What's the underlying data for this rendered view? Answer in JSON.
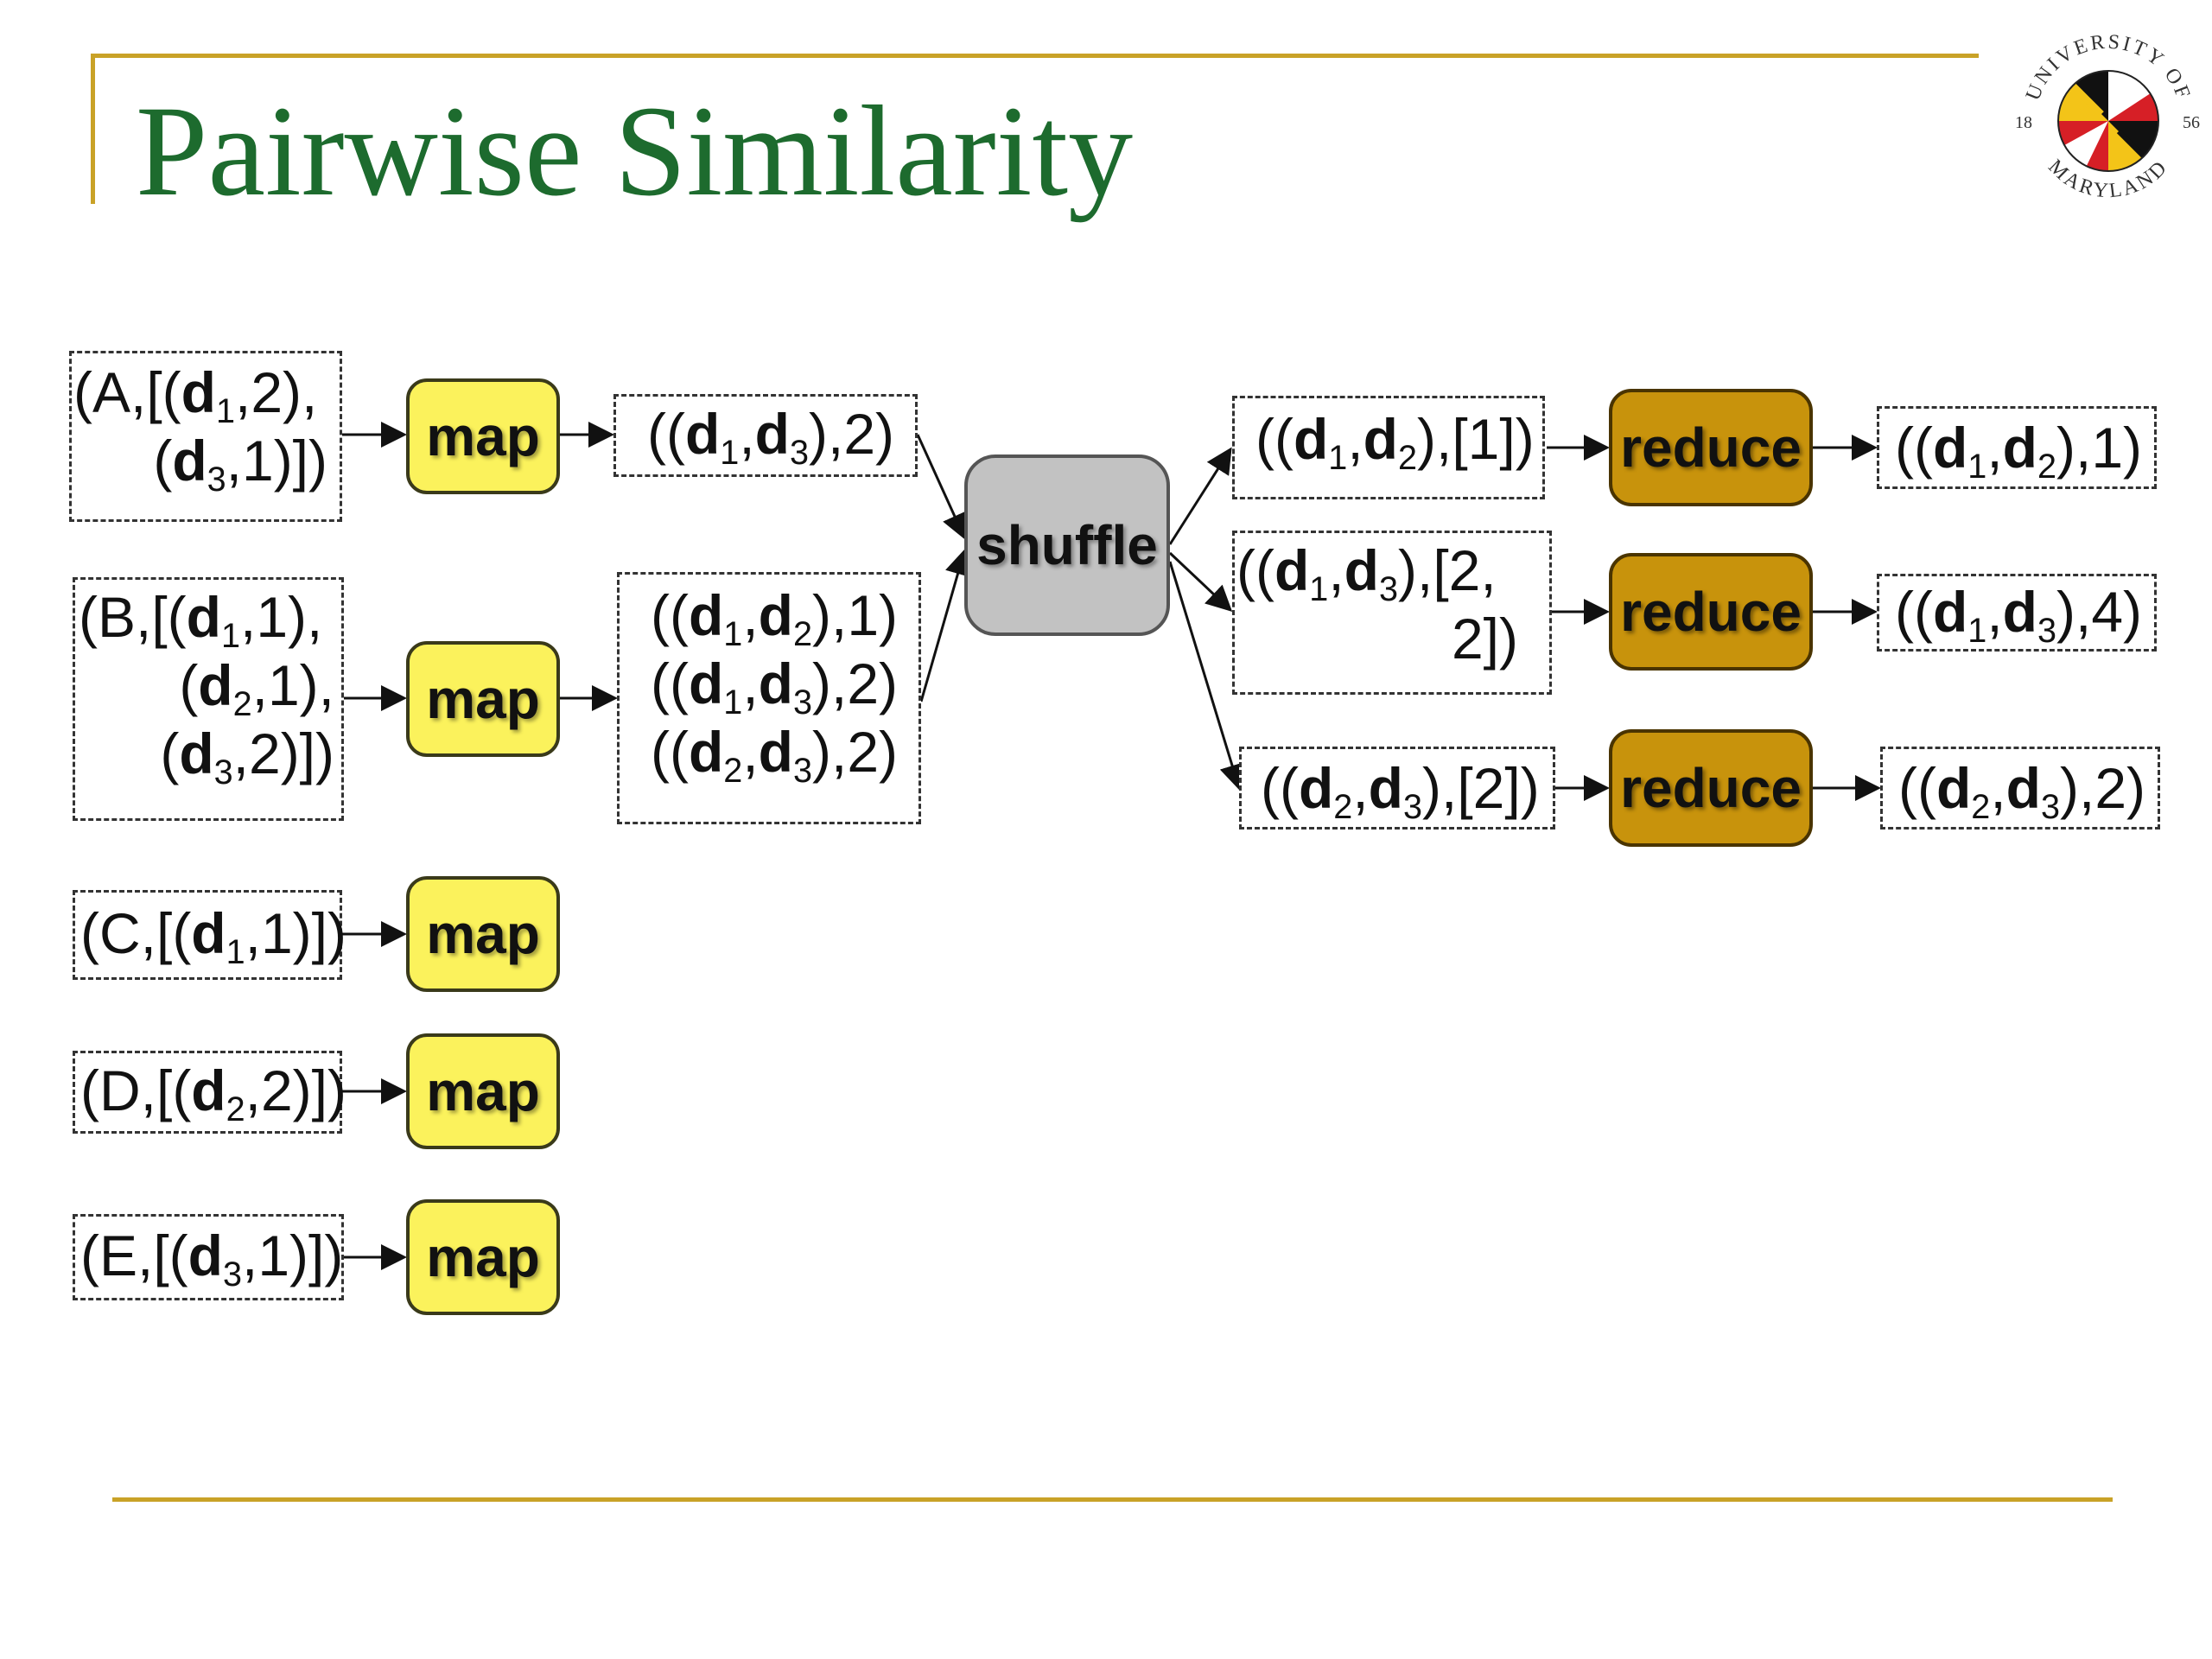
{
  "slide": {
    "title": "Pairwise Similarity"
  },
  "logo": {
    "icon": "university-seal-icon",
    "text_top": "UNIVERSITY OF",
    "text_bottom": "MARYLAND",
    "year_left": "18",
    "year_right": "56"
  },
  "colors": {
    "title": "#1d6b2e",
    "rule": "#c9a227",
    "map": "#fbf25c",
    "shuffle": "#c2c2c2",
    "reduce": "#c8930c"
  },
  "nodes": {
    "map_label": "map",
    "shuffle_label": "shuffle",
    "reduce_label": "reduce"
  },
  "inputs": [
    {
      "key": "A",
      "lines": [
        [
          [
            "(A,[(",
            ""
          ],
          [
            "d",
            "b"
          ],
          [
            "1",
            "s"
          ],
          [
            ",2),",
            ""
          ]
        ],
        [
          [
            "(",
            ""
          ],
          [
            "d",
            "b"
          ],
          [
            "3",
            "s"
          ],
          [
            ",1)])",
            ""
          ]
        ]
      ]
    },
    {
      "key": "B",
      "lines": [
        [
          [
            "(B,[(",
            ""
          ],
          [
            "d",
            "b"
          ],
          [
            "1",
            "s"
          ],
          [
            ",1),",
            ""
          ]
        ],
        [
          [
            "(",
            ""
          ],
          [
            "d",
            "b"
          ],
          [
            "2",
            "s"
          ],
          [
            ",1),",
            ""
          ]
        ],
        [
          [
            "(",
            ""
          ],
          [
            "d",
            "b"
          ],
          [
            "3",
            "s"
          ],
          [
            ",2)])",
            ""
          ]
        ]
      ]
    },
    {
      "key": "C",
      "lines": [
        [
          [
            "(C,[(",
            ""
          ],
          [
            "d",
            "b"
          ],
          [
            "1",
            "s"
          ],
          [
            ",1)])",
            ""
          ]
        ]
      ]
    },
    {
      "key": "D",
      "lines": [
        [
          [
            "(D,[(",
            ""
          ],
          [
            "d",
            "b"
          ],
          [
            "2",
            "s"
          ],
          [
            ",2)])",
            ""
          ]
        ]
      ]
    },
    {
      "key": "E",
      "lines": [
        [
          [
            "(E,[(",
            ""
          ],
          [
            "d",
            "b"
          ],
          [
            "3",
            "s"
          ],
          [
            ",1)])",
            ""
          ]
        ]
      ]
    }
  ],
  "map_outputs": [
    {
      "lines": [
        [
          [
            "((",
            ""
          ],
          [
            "d",
            "b"
          ],
          [
            "1",
            "s"
          ],
          [
            ",",
            ""
          ],
          [
            "d",
            "b"
          ],
          [
            "3",
            "s"
          ],
          [
            "),2)",
            ""
          ]
        ]
      ]
    },
    {
      "lines": [
        [
          [
            "((",
            ""
          ],
          [
            "d",
            "b"
          ],
          [
            "1",
            "s"
          ],
          [
            ",",
            ""
          ],
          [
            "d",
            "b"
          ],
          [
            "2",
            "s"
          ],
          [
            "),1)",
            ""
          ]
        ],
        [
          [
            "((",
            ""
          ],
          [
            "d",
            "b"
          ],
          [
            "1",
            "s"
          ],
          [
            ",",
            ""
          ],
          [
            "d",
            "b"
          ],
          [
            "3",
            "s"
          ],
          [
            "),2)",
            ""
          ]
        ],
        [
          [
            "((",
            ""
          ],
          [
            "d",
            "b"
          ],
          [
            "2",
            "s"
          ],
          [
            ",",
            ""
          ],
          [
            "d",
            "b"
          ],
          [
            "3",
            "s"
          ],
          [
            "),2)",
            ""
          ]
        ]
      ]
    }
  ],
  "shuffle_outputs": [
    {
      "lines": [
        [
          [
            "((",
            ""
          ],
          [
            "d",
            "b"
          ],
          [
            "1",
            "s"
          ],
          [
            ",",
            ""
          ],
          [
            "d",
            "b"
          ],
          [
            "2",
            "s"
          ],
          [
            "),[1])",
            ""
          ]
        ]
      ]
    },
    {
      "lines": [
        [
          [
            "((",
            ""
          ],
          [
            "d",
            "b"
          ],
          [
            "1",
            "s"
          ],
          [
            ",",
            ""
          ],
          [
            "d",
            "b"
          ],
          [
            "3",
            "s"
          ],
          [
            "),[2,",
            ""
          ]
        ],
        [
          [
            "2])",
            ""
          ]
        ]
      ]
    },
    {
      "lines": [
        [
          [
            "((",
            ""
          ],
          [
            "d",
            "b"
          ],
          [
            "2",
            "s"
          ],
          [
            ",",
            ""
          ],
          [
            "d",
            "b"
          ],
          [
            "3",
            "s"
          ],
          [
            "),[2])",
            ""
          ]
        ]
      ]
    }
  ],
  "reduce_outputs": [
    {
      "lines": [
        [
          [
            "((",
            ""
          ],
          [
            "d",
            "b"
          ],
          [
            "1",
            "s"
          ],
          [
            ",",
            ""
          ],
          [
            "d",
            "b"
          ],
          [
            "2",
            "s"
          ],
          [
            "),1)",
            ""
          ]
        ]
      ]
    },
    {
      "lines": [
        [
          [
            "((",
            ""
          ],
          [
            "d",
            "b"
          ],
          [
            "1",
            "s"
          ],
          [
            ",",
            ""
          ],
          [
            "d",
            "b"
          ],
          [
            "3",
            "s"
          ],
          [
            "),4)",
            ""
          ]
        ]
      ]
    },
    {
      "lines": [
        [
          [
            "((",
            ""
          ],
          [
            "d",
            "b"
          ],
          [
            "2",
            "s"
          ],
          [
            ",",
            ""
          ],
          [
            "d",
            "b"
          ],
          [
            "3",
            "s"
          ],
          [
            "),2)",
            ""
          ]
        ]
      ]
    }
  ]
}
